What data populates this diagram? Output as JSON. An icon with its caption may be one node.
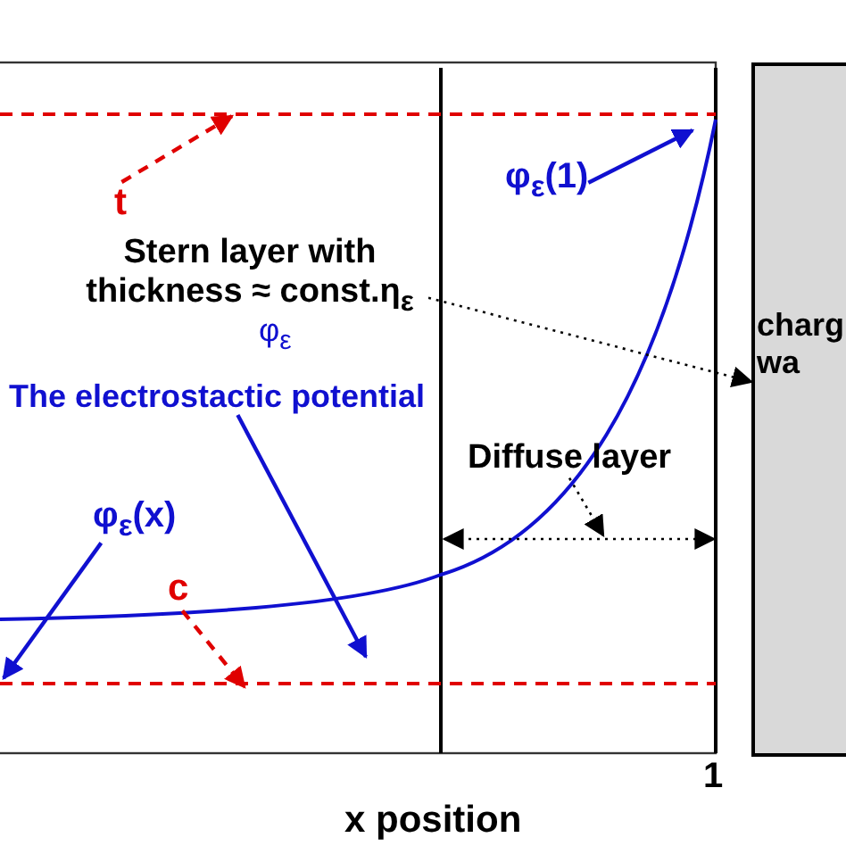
{
  "diagram": {
    "nodes": [
      {
        "text": [
          "t"
        ]
      },
      {
        "text": [
          "φ$_{ε}$(1)"
        ]
      },
      {
        "text": [
          "Stern layer with thickness ≈ const.η$_{ε}$"
        ]
      },
      {
        "text": [
          "φ$_{ε}$",
          "The electrostactic potential"
        ]
      },
      {
        "text": [
          "Diffuse layer"
        ]
      },
      {
        "text": [
          "φ$_{ε}$(x)"
        ]
      },
      {
        "text": [
          "c"
        ]
      },
      {
        "text": [
          "charg wa"
        ]
      }
    ],
    "edges": [
      {
        "from": 0,
        "to": null,
        "arrow": "to",
        "style": "dashed",
        "color": "#e00000"
      },
      {
        "from": 1,
        "to": null,
        "arrow": "to"
      },
      {
        "from": 2,
        "to": 7,
        "arrow": "to",
        "style": "dashed",
        "color": "#000000"
      },
      {
        "from": 3,
        "to": null,
        "arrow": "to"
      },
      {
        "from": 4,
        "to": null,
        "arrow": "to",
        "style": "dashed",
        "color": "#000000"
      },
      {
        "from": 5,
        "to": null,
        "arrow": "to"
      },
      {
        "from": 6,
        "to": null,
        "arrow": "to",
        "style": "dashed",
        "color": "#e00000"
      }
    ],
    "labels": [
      "1",
      "x position"
    ]
  }
}
